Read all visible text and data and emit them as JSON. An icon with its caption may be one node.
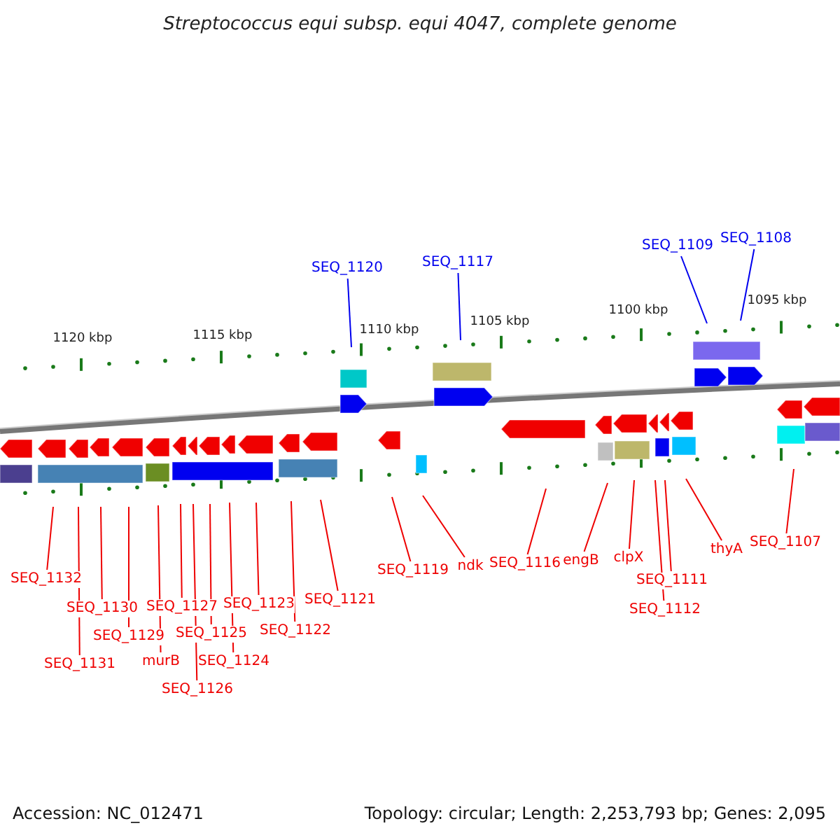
{
  "diagram": {
    "title": "Streptococcus equi subsp. equi 4047, complete genome",
    "nodes": [
      {
        "text": [
          "SEQ_1120"
        ]
      },
      {
        "text": [
          "SEQ_1117"
        ]
      },
      {
        "text": [
          "SEQ_1109"
        ]
      },
      {
        "text": [
          "SEQ_1108"
        ]
      },
      {
        "text": [
          "SEQ_1132"
        ]
      },
      {
        "text": [
          "SEQ_1130"
        ]
      },
      {
        "text": [
          "SEQ_1131"
        ]
      },
      {
        "text": [
          "SEQ_1129"
        ]
      },
      {
        "text": [
          "murB"
        ]
      },
      {
        "text": [
          "SEQ_1127"
        ]
      },
      {
        "text": [
          "SEQ_1125"
        ]
      },
      {
        "text": [
          "SEQ_1126"
        ]
      },
      {
        "text": [
          "SEQ_1124"
        ]
      },
      {
        "text": [
          "SEQ_1123"
        ]
      },
      {
        "text": [
          "SEQ_1122"
        ]
      },
      {
        "text": [
          "SEQ_1121"
        ]
      },
      {
        "text": [
          "SEQ_1119"
        ]
      },
      {
        "text": [
          "ndk"
        ]
      },
      {
        "text": [
          "SEQ_1116"
        ]
      },
      {
        "text": [
          "engB"
        ]
      },
      {
        "text": [
          "clpX"
        ]
      },
      {
        "text": [
          "SEQ_1111"
        ]
      },
      {
        "text": [
          "SEQ_1112"
        ]
      },
      {
        "text": [
          "thyA"
        ]
      },
      {
        "text": [
          "SEQ_1107"
        ]
      }
    ],
    "edges": [
      {
        "from": 0,
        "to": null,
        "arrow": "none",
        "color": "#0000ee"
      },
      {
        "from": 1,
        "to": null,
        "arrow": "none",
        "color": "#0000ee"
      },
      {
        "from": 2,
        "to": null,
        "arrow": "none",
        "color": "#0000ee"
      },
      {
        "from": 3,
        "to": null,
        "arrow": "none",
        "color": "#0000ee"
      },
      {
        "from": 4,
        "to": null,
        "arrow": "none"
      },
      {
        "from": 5,
        "to": null,
        "arrow": "none"
      },
      {
        "from": 6,
        "to": null,
        "arrow": "none"
      },
      {
        "from": 7,
        "to": null,
        "arrow": "none"
      },
      {
        "from": 8,
        "to": null,
        "arrow": "none"
      },
      {
        "from": 9,
        "to": null,
        "arrow": "none"
      },
      {
        "from": 10,
        "to": null,
        "arrow": "none"
      },
      {
        "from": 11,
        "to": null,
        "arrow": "none"
      },
      {
        "from": 12,
        "to": null,
        "arrow": "none"
      },
      {
        "from": 13,
        "to": null,
        "arrow": "none"
      },
      {
        "from": 14,
        "to": null,
        "arrow": "none"
      },
      {
        "from": 15,
        "to": null,
        "arrow": "none"
      },
      {
        "from": 16,
        "to": null,
        "arrow": "none"
      },
      {
        "from": 17,
        "to": null,
        "arrow": "none"
      },
      {
        "from": 18,
        "to": null,
        "arrow": "none"
      },
      {
        "from": 19,
        "to": null,
        "arrow": "none"
      },
      {
        "from": 20,
        "to": null,
        "arrow": "none"
      },
      {
        "from": 21,
        "to": null,
        "arrow": "none"
      },
      {
        "from": 22,
        "to": null,
        "arrow": "none"
      },
      {
        "from": 23,
        "to": null,
        "arrow": "none"
      },
      {
        "from": 24,
        "to": null,
        "arrow": "none"
      }
    ],
    "labels": [
      "1120 kbp",
      "1115 kbp",
      "1110 kbp",
      "1105 kbp",
      "1100 kbp",
      "1095 kbp",
      "Accession: NC_012471",
      "Topology: circular; Length: 2,253,793 bp; Genes: 2,095"
    ]
  }
}
